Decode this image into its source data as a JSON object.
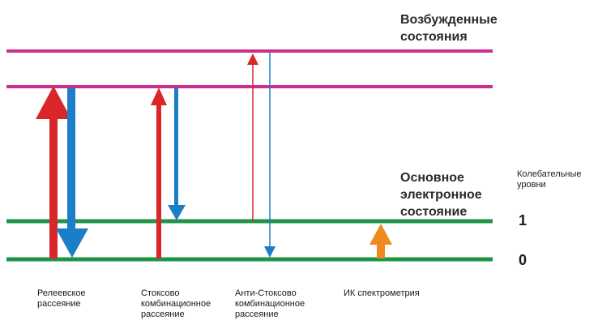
{
  "excited_state_label": [
    "Возбужденные",
    "состояния"
  ],
  "ground_state_label": [
    "Основное",
    "электронное",
    "состояние"
  ],
  "vibrational_levels_title": [
    "Колебательные",
    "уровни"
  ],
  "level_numbers": [
    "1",
    "0"
  ],
  "processes": [
    {
      "lines": [
        "Релеевское",
        "рассеяние"
      ]
    },
    {
      "lines": [
        "Стоксово",
        "комбинационное",
        "рассеяние"
      ]
    },
    {
      "lines": [
        "Анти-Стоксово",
        "комбинационное",
        "рассеяние"
      ]
    },
    {
      "lines": [
        "ИК спектрометрия"
      ]
    }
  ],
  "colors": {
    "excited_line": "#cc2f8f",
    "ground_line": "#1f9447",
    "excitation_arrow": "#d9262a",
    "emission_arrow": "#1a7fc8",
    "ir_arrow": "#ee8a1f"
  }
}
